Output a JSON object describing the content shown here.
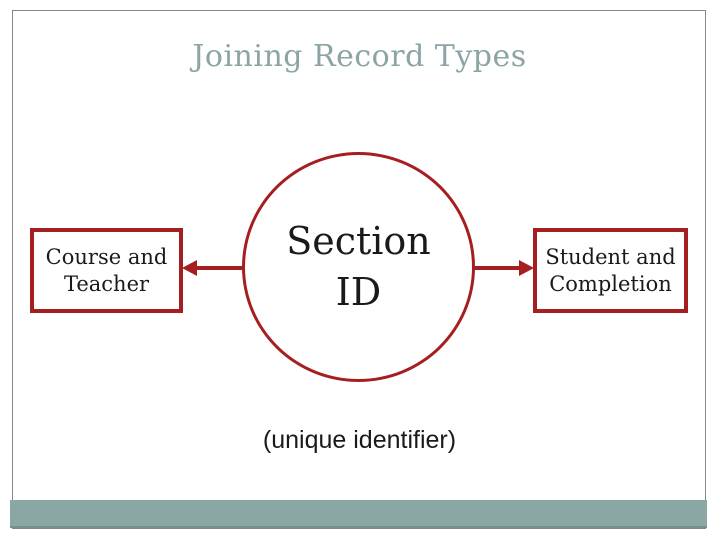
{
  "slide": {
    "title": "Joining Record Types",
    "caption": "(unique identifier)"
  },
  "diagram": {
    "center_circle": {
      "lines": [
        "Section",
        "ID"
      ]
    },
    "left_box": {
      "lines": [
        "Course and",
        "Teacher"
      ]
    },
    "right_box": {
      "lines": [
        "Student and",
        "Completion"
      ]
    },
    "arrows": [
      {
        "direction": "left",
        "from": "center_circle",
        "to": "left_box"
      },
      {
        "direction": "right",
        "from": "center_circle",
        "to": "right_box"
      }
    ]
  },
  "colors": {
    "accent_red": "#A51E20",
    "bar_teal": "#8BA7A4",
    "bar_teal_edge": "#76928F",
    "title_teal": "#8CA4A5",
    "slide_border_gray": "#7D8A8B",
    "text_black": "#1A1A1A"
  }
}
